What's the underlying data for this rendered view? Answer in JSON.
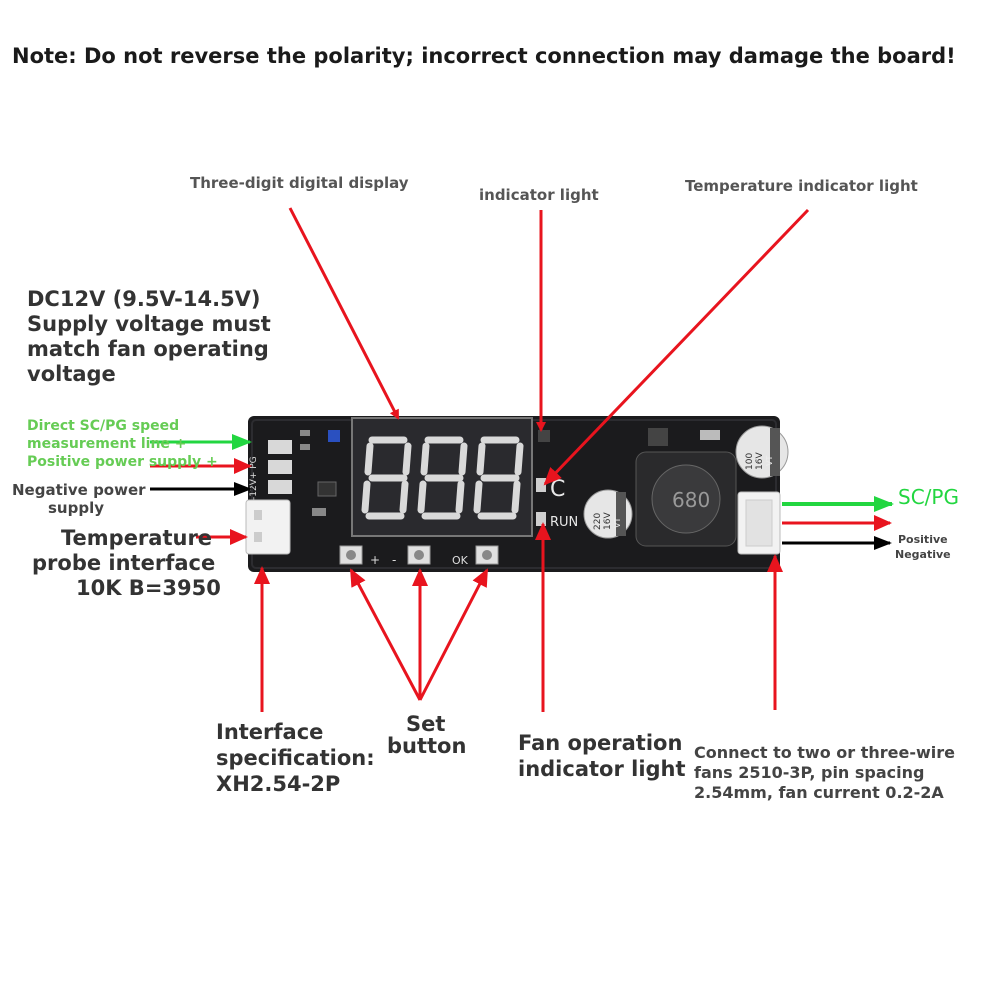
{
  "note": "Note: Do not reverse the polarity; incorrect connection may damage the board!",
  "labels": {
    "display": "Three-digit digital display",
    "indicator": "indicator light",
    "temp_indicator": "Temperature indicator light",
    "supply": [
      "DC12V (9.5V-14.5V)",
      "Supply voltage must",
      "match fan operating",
      "voltage"
    ],
    "sc_pg_left": [
      "Direct SC/PG speed",
      "measurement line +",
      "Positive power supply +"
    ],
    "neg_power": [
      "Negative power",
      "supply"
    ],
    "probe": [
      "Temperature",
      "probe interface",
      "10K B=3950"
    ],
    "interface": [
      "Interface",
      "specification:",
      "XH2.54-2P"
    ],
    "set_button": [
      "Set",
      "button"
    ],
    "fan_indicator": [
      "Fan operation",
      "indicator light"
    ],
    "fan_connect": [
      "Connect to two or three-wire",
      "fans 2510-3P, pin spacing",
      "2.54mm, fan current 0.2-2A"
    ],
    "sc_pg_right": "SC/PG",
    "positive": "Positive",
    "negative": "Negative"
  },
  "board": {
    "pin_label": "-12V+ PG",
    "led_c": "C",
    "led_run": "RUN",
    "btn_plus": "+",
    "btn_minus": "-",
    "btn_ok": "OK",
    "inductor": "680",
    "cap_small": [
      "220",
      "16V",
      "VT"
    ],
    "cap_big": [
      "100",
      "16V",
      "VT"
    ]
  },
  "colors": {
    "arrow_red": "#e8141e",
    "arrow_green": "#22d640",
    "arrow_black": "#000000",
    "pcb": "#1b1b1d",
    "note_text": "#1a1a1a",
    "green_text": "#66cc55"
  }
}
